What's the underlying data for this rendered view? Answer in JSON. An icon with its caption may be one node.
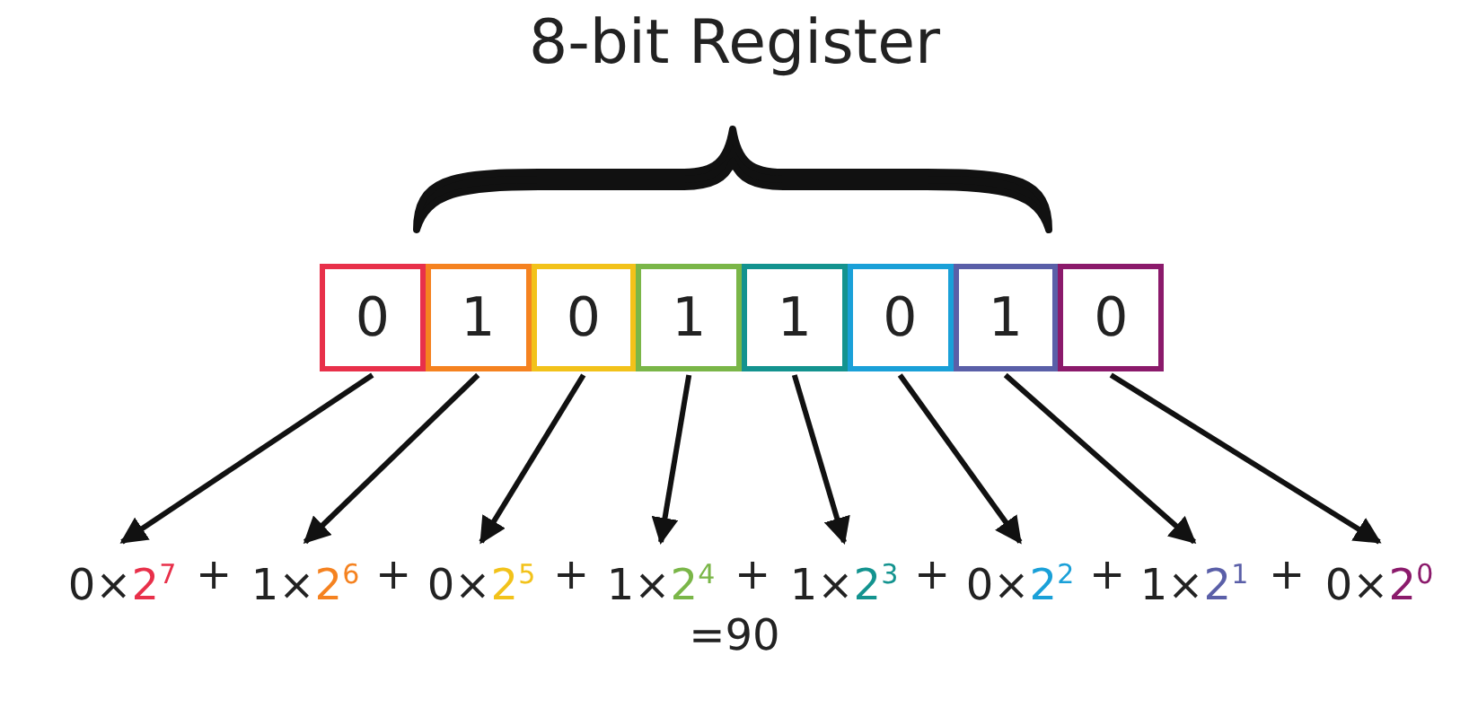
{
  "diagram": {
    "title": "8-bit Register",
    "nodes": [
      {
        "text": [
          "0"
        ]
      },
      {
        "text": [
          "1"
        ]
      },
      {
        "text": [
          "0"
        ]
      },
      {
        "text": [
          "1"
        ]
      },
      {
        "text": [
          "1"
        ]
      },
      {
        "text": [
          "0"
        ]
      },
      {
        "text": [
          "1"
        ]
      },
      {
        "text": [
          "0"
        ]
      },
      {
        "text": [
          "0×",
          "2$^{7}$"
        ]
      },
      {
        "text": [
          "1×",
          "2$^{6}$"
        ]
      },
      {
        "text": [
          "0×",
          "2$^{5}$"
        ]
      },
      {
        "text": [
          "1×",
          "2$^{4}$"
        ]
      },
      {
        "text": [
          "1×",
          "2$^{3}$"
        ]
      },
      {
        "text": [
          "0×",
          "2$^{2}$"
        ]
      },
      {
        "text": [
          "1×",
          "2$^{1}$"
        ]
      },
      {
        "text": [
          "0×",
          "2$^{0}$"
        ]
      },
      {
        "text": [],
        "shape": "brace"
      }
    ],
    "edges": [
      {
        "from": 0,
        "to": 8,
        "arrow": "to"
      },
      {
        "from": 1,
        "to": 9,
        "arrow": "to"
      },
      {
        "from": 2,
        "to": 10,
        "arrow": "to"
      },
      {
        "from": 3,
        "to": 11,
        "arrow": "to"
      },
      {
        "from": 4,
        "to": 12,
        "arrow": "to"
      },
      {
        "from": 5,
        "to": 13,
        "arrow": "to"
      },
      {
        "from": 6,
        "to": 14,
        "arrow": "to"
      },
      {
        "from": 7,
        "to": 15,
        "arrow": "to"
      }
    ],
    "labels": [
      "+",
      "+",
      "+",
      "+",
      "+",
      "+",
      "+",
      "=90"
    ]
  }
}
